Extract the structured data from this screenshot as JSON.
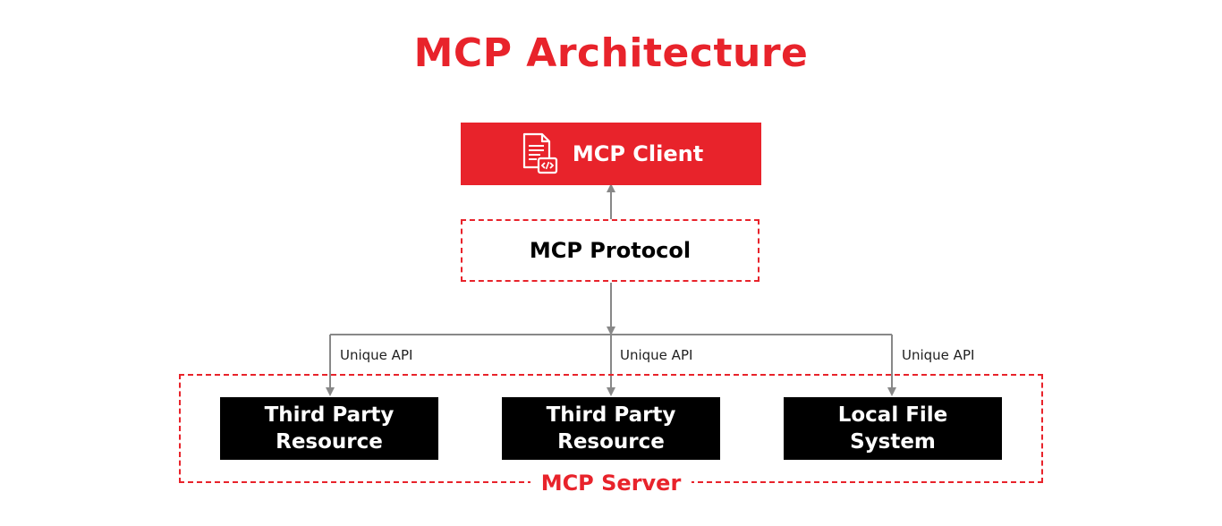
{
  "title": "MCP Architecture",
  "client": {
    "label": "MCP Client",
    "icon": "code-document-icon"
  },
  "protocol": {
    "label": "MCP Protocol"
  },
  "server": {
    "label": "MCP Server"
  },
  "resources": [
    {
      "label": "Third Party\nResource",
      "api_label": "Unique API"
    },
    {
      "label": "Third Party\nResource",
      "api_label": "Unique API"
    },
    {
      "label": "Local File\nSystem",
      "api_label": "Unique API"
    }
  ],
  "colors": {
    "accent": "#e8232b",
    "dark_box": "#000000",
    "connector": "#888888"
  }
}
